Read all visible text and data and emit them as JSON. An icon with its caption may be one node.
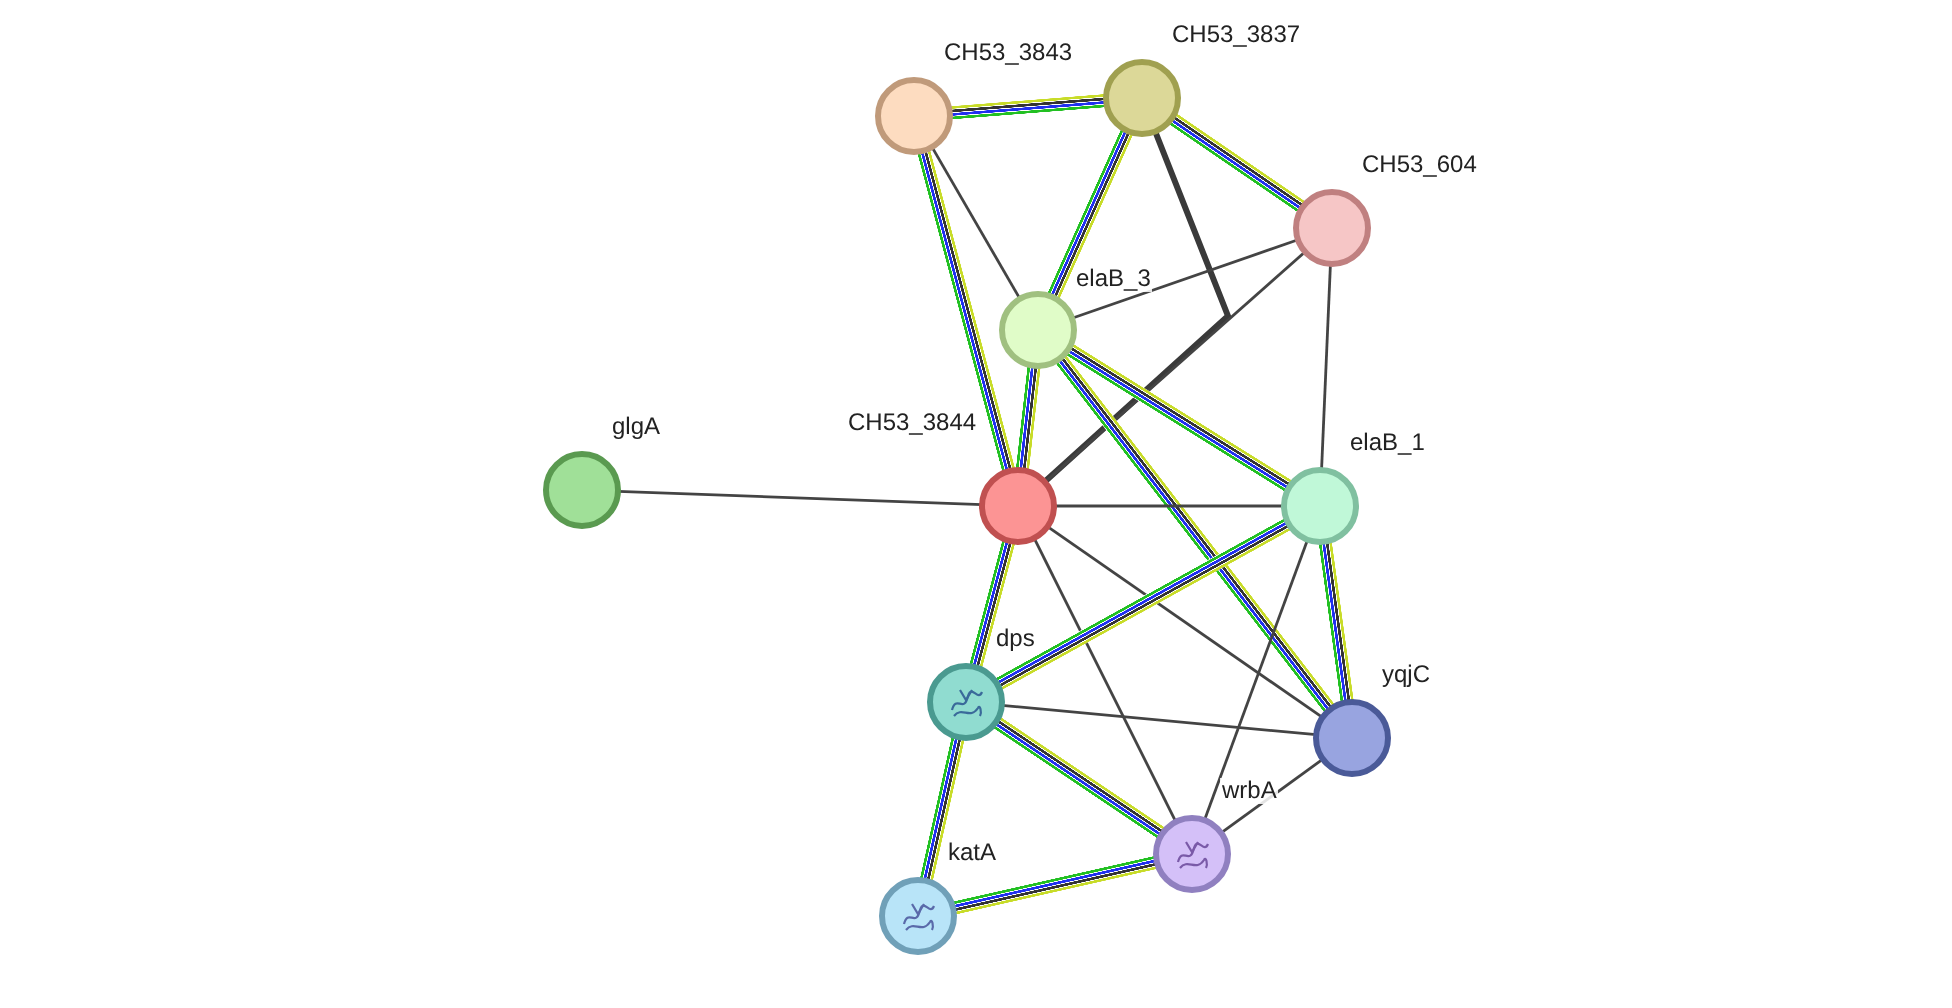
{
  "diagram": {
    "nodes": [
      {
        "text": [
          "CH53_3843"
        ]
      },
      {
        "text": [
          "CH53_3837"
        ]
      },
      {
        "text": [
          "CH53_604"
        ]
      },
      {
        "text": [
          "elaB_3"
        ]
      },
      {
        "text": [
          "glgA"
        ]
      },
      {
        "text": [
          "CH53_3844"
        ]
      },
      {
        "text": [
          "elaB_1"
        ]
      },
      {
        "text": [
          "dps"
        ]
      },
      {
        "text": [
          "yqjC"
        ]
      },
      {
        "text": [
          "wrbA"
        ]
      },
      {
        "text": [
          "katA"
        ]
      }
    ],
    "edges": [
      {
        "from": 0,
        "to": 1,
        "arrow": "none",
        "style": "thick"
      },
      {
        "from": 0,
        "to": 5,
        "arrow": "none",
        "style": "thick"
      },
      {
        "from": 0,
        "to": 3,
        "arrow": "none"
      },
      {
        "from": 1,
        "to": 3,
        "arrow": "none",
        "style": "thick"
      },
      {
        "from": 1,
        "to": 5,
        "arrow": "none",
        "style": "thick"
      },
      {
        "from": 1,
        "to": 2,
        "arrow": "none",
        "style": "thick"
      },
      {
        "from": 2,
        "to": 3,
        "arrow": "none"
      },
      {
        "from": 2,
        "to": 5,
        "arrow": "none"
      },
      {
        "from": 2,
        "to": 6,
        "arrow": "none"
      },
      {
        "from": 3,
        "to": 5,
        "arrow": "none",
        "style": "thick"
      },
      {
        "from": 3,
        "to": 6,
        "arrow": "none",
        "style": "thick"
      },
      {
        "from": 3,
        "to": 8,
        "arrow": "none",
        "style": "thick"
      },
      {
        "from": 4,
        "to": 5,
        "arrow": "none"
      },
      {
        "from": 5,
        "to": 6,
        "arrow": "none"
      },
      {
        "from": 5,
        "to": 7,
        "arrow": "none",
        "style": "thick"
      },
      {
        "from": 5,
        "to": 8,
        "arrow": "none"
      },
      {
        "from": 5,
        "to": 9,
        "arrow": "none"
      },
      {
        "from": 6,
        "to": 7,
        "arrow": "none",
        "style": "thick"
      },
      {
        "from": 6,
        "to": 8,
        "arrow": "none",
        "style": "thick"
      },
      {
        "from": 6,
        "to": 9,
        "arrow": "none"
      },
      {
        "from": 7,
        "to": 8,
        "arrow": "none"
      },
      {
        "from": 7,
        "to": 9,
        "arrow": "none",
        "style": "thick"
      },
      {
        "from": 7,
        "to": 10,
        "arrow": "none",
        "style": "thick"
      },
      {
        "from": 9,
        "to": 10,
        "arrow": "none",
        "style": "thick"
      },
      {
        "from": 8,
        "to": 9,
        "arrow": "none"
      }
    ]
  }
}
